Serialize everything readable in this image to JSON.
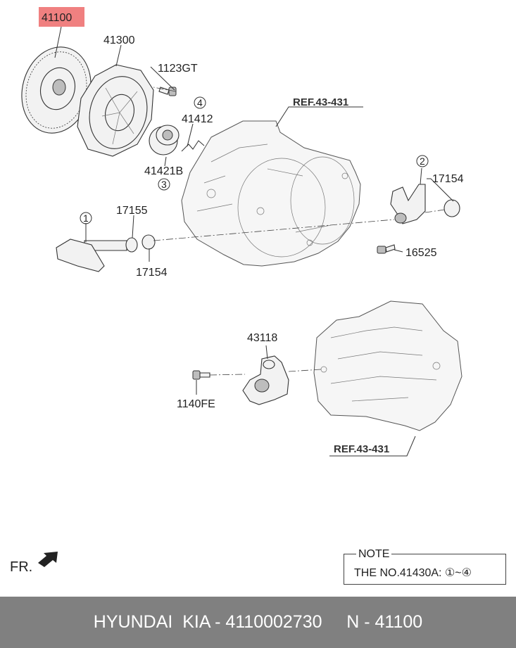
{
  "parts": {
    "clutch_disc": "41100",
    "clutch_cover": "41300",
    "bolt_cover": "1123GT",
    "circle_4": "4",
    "release_clip": "41412",
    "release_bearing": "41421B",
    "circle_3": "3",
    "fork_shaft_seal": "17155",
    "circle_1": "1",
    "bushing_left": "17154",
    "circle_2": "2",
    "bushing_right": "17154",
    "fork_bolt": "16525",
    "bracket": "43118",
    "bracket_bolt": "1140FE"
  },
  "refs": {
    "top": "REF.43-431",
    "bottom": "REF.43-431"
  },
  "highlight_color": "#f08080",
  "direction": {
    "label": "FR.",
    "icon": "arrow-icon"
  },
  "note": {
    "title": "NOTE",
    "text": "THE NO.41430A: ①~④"
  },
  "footer": {
    "text": "HYUNDAI  KIA - 4110002730     N - 41100"
  }
}
